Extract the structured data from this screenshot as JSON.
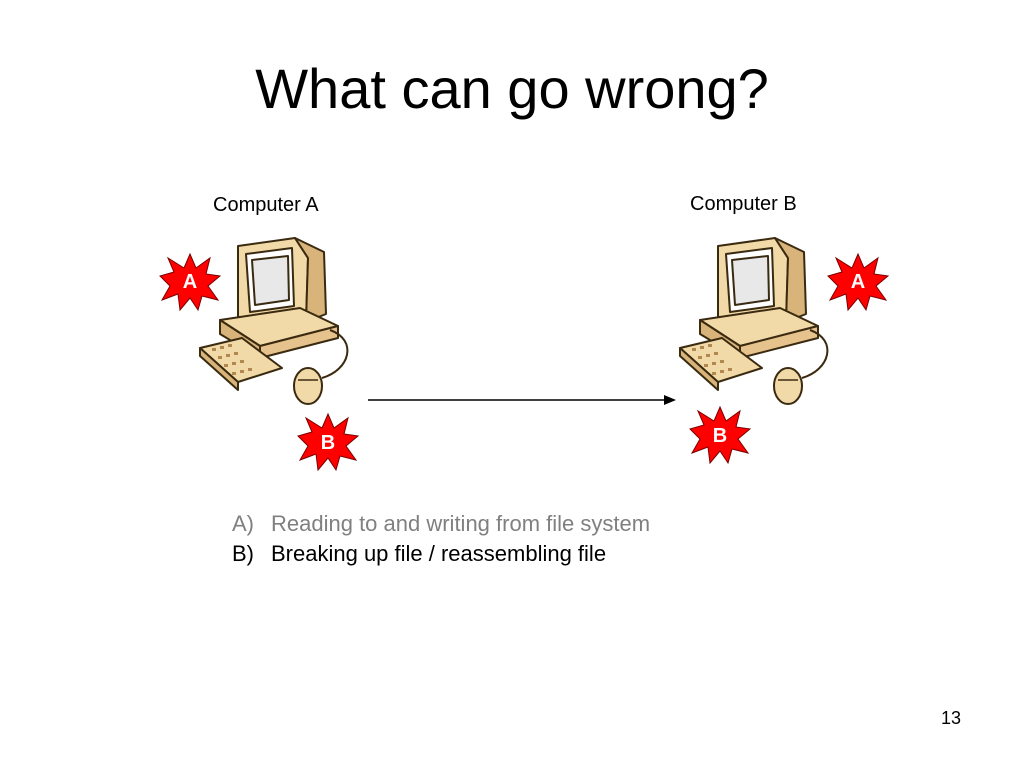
{
  "slide": {
    "title": "What can go wrong?",
    "page_number": "13"
  },
  "diagram": {
    "computer_a_label": "Computer A",
    "computer_b_label": "Computer B",
    "bursts": {
      "a_left": "A",
      "a_right": "A",
      "b_left": "B",
      "b_right": "B"
    },
    "burst_color": "#ff0000",
    "arrow": {
      "from": "Computer A",
      "to": "Computer B"
    }
  },
  "points": [
    {
      "marker": "A)",
      "text": "Reading to and writing from file system",
      "color": "#808080"
    },
    {
      "marker": "B)",
      "text": "Breaking up file / reassembling file",
      "color": "#000000"
    }
  ]
}
